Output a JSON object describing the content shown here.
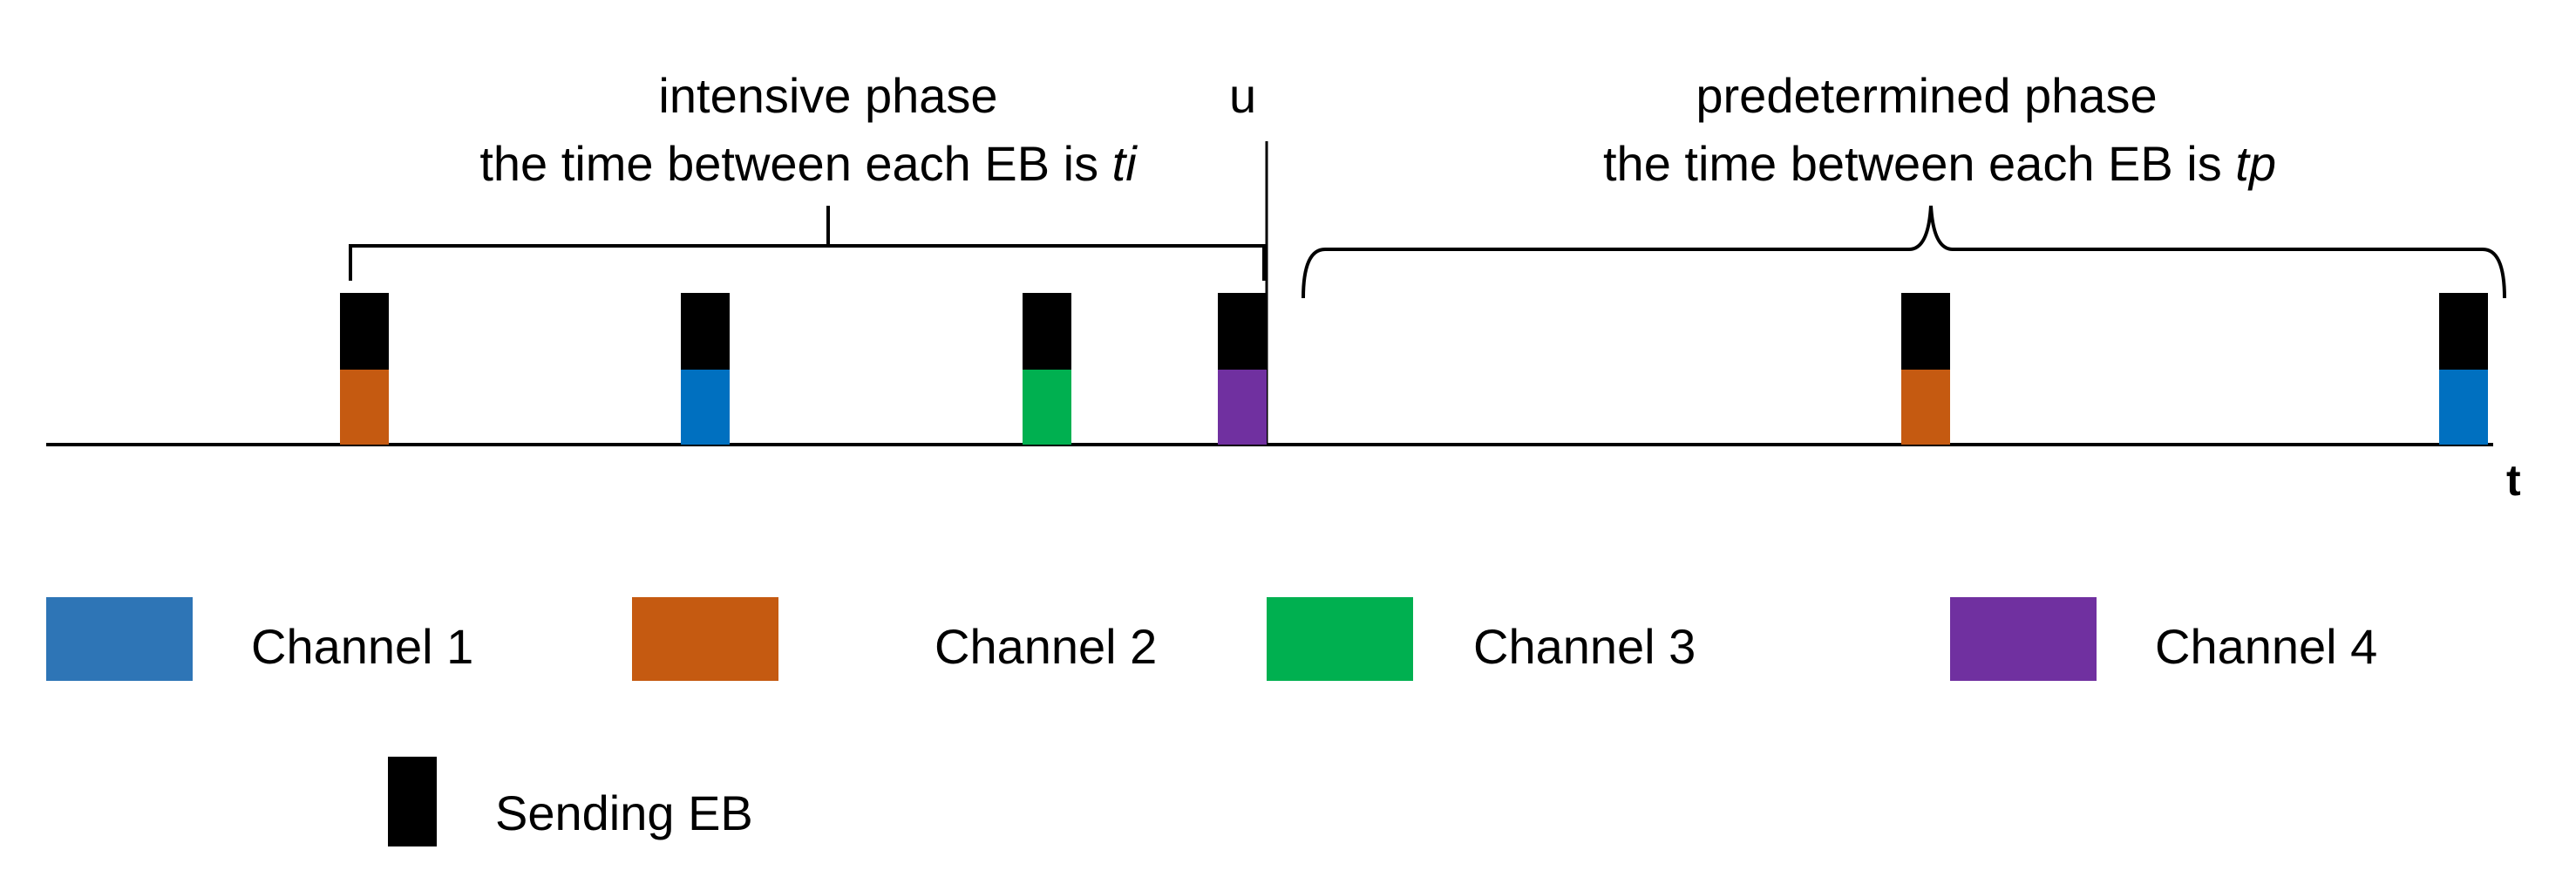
{
  "phases": {
    "intensive": {
      "title": "intensive phase",
      "caption_prefix": "the time between each EB is",
      "caption_var": "ti"
    },
    "boundary_label": "u",
    "predetermined": {
      "title": "predetermined phase",
      "caption_prefix": "the time between each EB is",
      "caption_var": "tp"
    }
  },
  "axis": {
    "label": "t"
  },
  "colors": {
    "channel_1": "#0070C0",
    "channel_2": "#C55A11",
    "channel_3": "#00B050",
    "channel_4": "#7030A0",
    "sending_eb": "#000000",
    "legend_channel_1": "#2E75B6"
  },
  "legend": {
    "items": [
      {
        "label": "Channel 1",
        "color": "#2E75B6"
      },
      {
        "label": "Channel 2",
        "color": "#C55A11"
      },
      {
        "label": "Channel 3",
        "color": "#00B050"
      },
      {
        "label": "Channel 4",
        "color": "#7030A0"
      },
      {
        "label": "Sending EB",
        "color": "#000000"
      }
    ]
  }
}
